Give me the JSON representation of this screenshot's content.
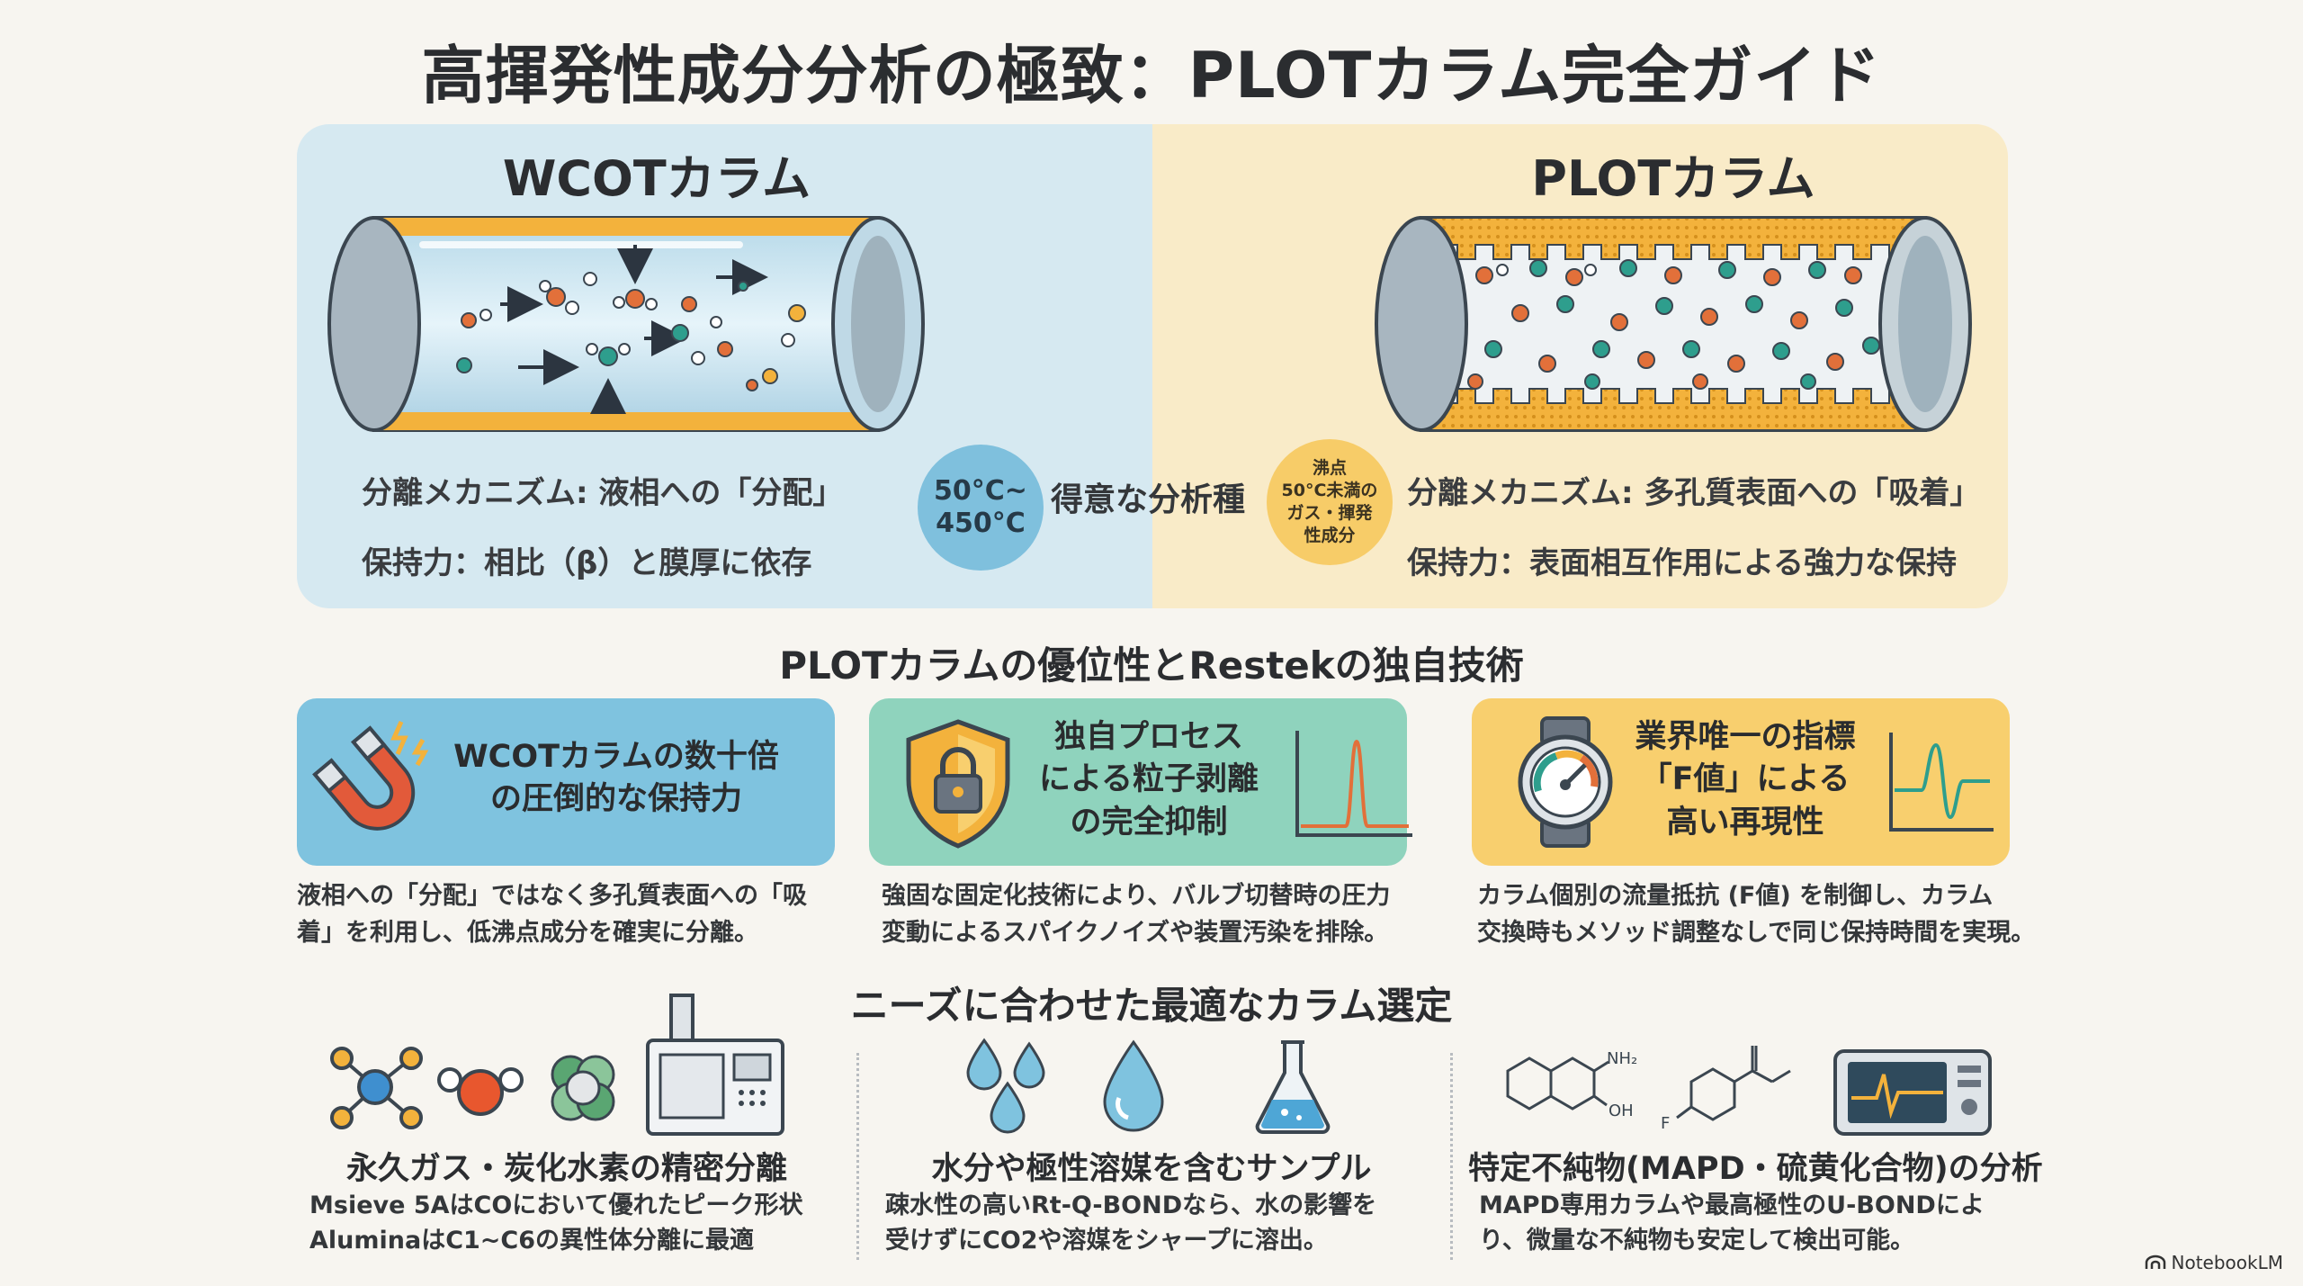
{
  "title": "高揮発性成分分析の極致：PLOTカラム完全ガイド",
  "comparison": {
    "wcot": {
      "title": "WCOTカラム",
      "mechanism": "分離メカニズム: 液相への「分配」",
      "retention": "保持力：相比（β）と膜厚に依存",
      "temperature_line1": "50°C~",
      "temperature_line2": "450°C"
    },
    "center_label": "得意な分析種",
    "plot": {
      "title": "PLOTカラム",
      "mechanism": "分離メカニズム: 多孔質表面への「吸着」",
      "retention": "保持力：表面相互作用による強力な保持",
      "bp_line1": "沸点",
      "bp_line2": "50°C未満の",
      "bp_line3": "ガス・揮発",
      "bp_line4": "性成分"
    }
  },
  "advantages": {
    "title": "PLOTカラムの優位性とRestekの独自技術",
    "cards": [
      {
        "line1": "WCOTカラムの数十倍",
        "line2": "の圧倒的な保持力",
        "desc1": "液相への「分配」ではなく多孔質表面への「吸",
        "desc2": "着」を利用し、低沸点成分を確実に分離。",
        "icon": "magnet-icon",
        "color": "#7fc3df"
      },
      {
        "line1": "独自プロセス",
        "line2": "による粒子剥離",
        "line3": "の完全抑制",
        "desc1": "強固な固定化技術により、バルブ切替時の圧力",
        "desc2": "変動によるスパイクノイズや装置汚染を排除。",
        "icon": "shield-lock-icon",
        "color": "#8fd3bd"
      },
      {
        "line1": "業界唯一の指標",
        "line2": "「F値」による",
        "line3": "高い再現性",
        "desc1": "カラム個別の流量抵抗 (F値) を制御し、カラム",
        "desc2": "交換時もメソッド調整なしで同じ保持時間を実現。",
        "icon": "watch-gauge-icon",
        "color": "#f8cf6e"
      }
    ]
  },
  "selection": {
    "title": "ニーズに合わせた最適なカラム選定",
    "items": [
      {
        "title": "永久ガス・炭化水素の精密分離",
        "desc1": "Msieve 5AはCOにおいて優れたピーク形状",
        "desc2": "AluminaはC1~C6の異性体分離に最適",
        "icons": [
          "molecule-icon",
          "oxygen-molecule-icon",
          "hydrocarbon-cluster-icon",
          "gc-instrument-icon"
        ]
      },
      {
        "title": "水分や極性溶媒を含むサンプル",
        "desc1": "疎水性の高いRt-Q-BONDなら、水の影響を",
        "desc2": "受けずにCO2や溶媒をシャープに溶出。",
        "icons": [
          "water-drops-icon",
          "water-drop-icon",
          "flask-icon"
        ]
      },
      {
        "title": "特定不純物(MAPD・硫黄化合物)の分析",
        "desc1": "MAPD専用カラムや最高極性のU-BONDによ",
        "desc2": "り、微量な不純物も安定して検出可能。",
        "icons": [
          "quinoline-structure-icon",
          "fluoro-ester-structure-icon",
          "monitor-icon"
        ],
        "structure_labels": {
          "nh2": "NH₂",
          "oh": "OH",
          "f": "F"
        }
      }
    ]
  },
  "footer": {
    "brand": "NotebookLM",
    "icon": "notebooklm-icon"
  }
}
